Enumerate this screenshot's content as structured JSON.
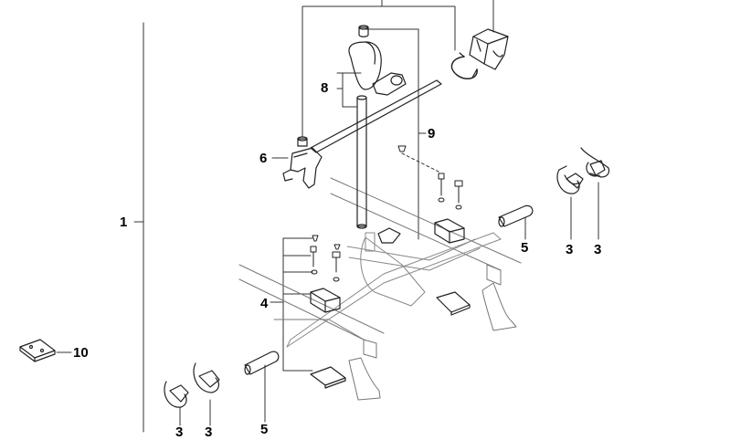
{
  "diagram": {
    "callouts": {
      "c1": "1",
      "c3a": "3",
      "c3b": "3",
      "c3c": "3",
      "c3d": "3",
      "c4": "4",
      "c5a": "5",
      "c5b": "5",
      "c6": "6",
      "c8": "8",
      "c9": "9",
      "c10": "10"
    }
  }
}
